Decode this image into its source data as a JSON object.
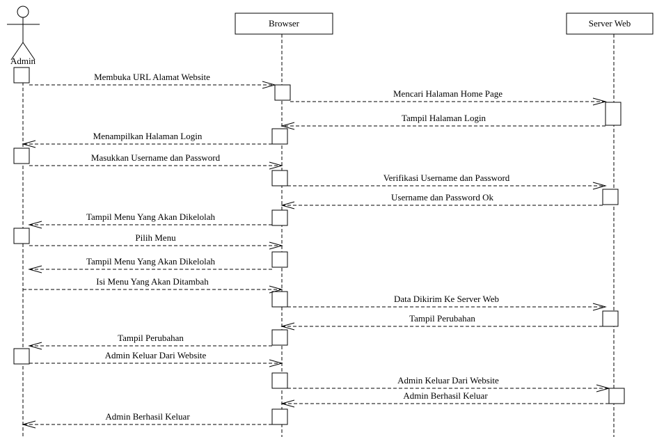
{
  "actors": {
    "admin": {
      "label": "Admin"
    },
    "browser": {
      "label": "Browser"
    },
    "server": {
      "label": "Server Web"
    }
  },
  "messages": [
    {
      "text": "Membuka URL Alamat Website",
      "from": "admin",
      "to": "browser"
    },
    {
      "text": "Mencari Halaman Home Page",
      "from": "browser",
      "to": "server"
    },
    {
      "text": "Tampil Halaman Login",
      "from": "server",
      "to": "browser"
    },
    {
      "text": "Menampilkan Halaman Login",
      "from": "browser",
      "to": "admin"
    },
    {
      "text": "Masukkan Username dan Password",
      "from": "admin",
      "to": "browser"
    },
    {
      "text": "Verifikasi Username dan Password",
      "from": "browser",
      "to": "server"
    },
    {
      "text": "Username dan Password Ok",
      "from": "server",
      "to": "browser"
    },
    {
      "text": "Tampil Menu Yang Akan Dikelolah",
      "from": "browser",
      "to": "admin"
    },
    {
      "text": "Pilih Menu",
      "from": "admin",
      "to": "browser"
    },
    {
      "text": "Tampil Menu Yang Akan Dikelolah",
      "from": "browser",
      "to": "admin"
    },
    {
      "text": "Isi Menu Yang Akan Ditambah",
      "from": "admin",
      "to": "browser"
    },
    {
      "text": "Data Dikirim Ke Server Web",
      "from": "browser",
      "to": "server"
    },
    {
      "text": "Tampil Perubahan",
      "from": "server",
      "to": "browser"
    },
    {
      "text": "Tampil Perubahan",
      "from": "browser",
      "to": "admin"
    },
    {
      "text": "Admin Keluar Dari Website",
      "from": "admin",
      "to": "browser"
    },
    {
      "text": "Admin Keluar Dari Website",
      "from": "browser",
      "to": "server"
    },
    {
      "text": "Admin Berhasil Keluar",
      "from": "server",
      "to": "browser"
    },
    {
      "text": "Admin Berhasil Keluar",
      "from": "browser",
      "to": "admin"
    }
  ]
}
